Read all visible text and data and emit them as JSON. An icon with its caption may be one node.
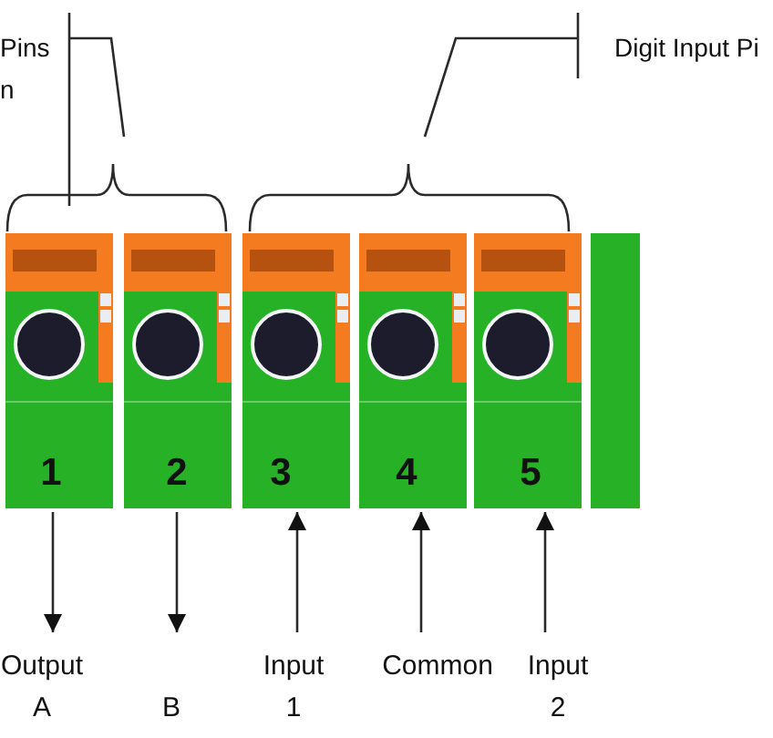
{
  "diagram": {
    "nodes": [
      {
        "text": [
          "Pins",
          "n"
        ]
      },
      {
        "text": [
          "Digit Input Pi"
        ]
      },
      {
        "text": [],
        "shape": "brace"
      },
      {
        "text": [],
        "shape": "brace"
      },
      {
        "text": [
          "1"
        ]
      },
      {
        "text": [
          "2"
        ]
      },
      {
        "text": [
          "3"
        ]
      },
      {
        "text": [
          "4"
        ]
      },
      {
        "text": [
          "5"
        ]
      },
      {
        "text": [],
        "shape": "box"
      },
      {
        "text": [
          "Output A"
        ]
      },
      {
        "text": [
          "B"
        ]
      },
      {
        "text": [
          "Input 1"
        ]
      },
      {
        "text": [
          "Common"
        ]
      },
      {
        "text": [
          "Input 2"
        ]
      }
    ],
    "edges": [
      {
        "from": 0,
        "to": 2,
        "arrow": "none"
      },
      {
        "from": 1,
        "to": 3,
        "arrow": "none"
      },
      {
        "from": 4,
        "to": 10,
        "arrow": "to"
      },
      {
        "from": 5,
        "to": 11,
        "arrow": "to"
      },
      {
        "from": 12,
        "to": 6,
        "arrow": "to"
      },
      {
        "from": 13,
        "to": 7,
        "arrow": "to"
      },
      {
        "from": 14,
        "to": 8,
        "arrow": "to"
      }
    ]
  }
}
